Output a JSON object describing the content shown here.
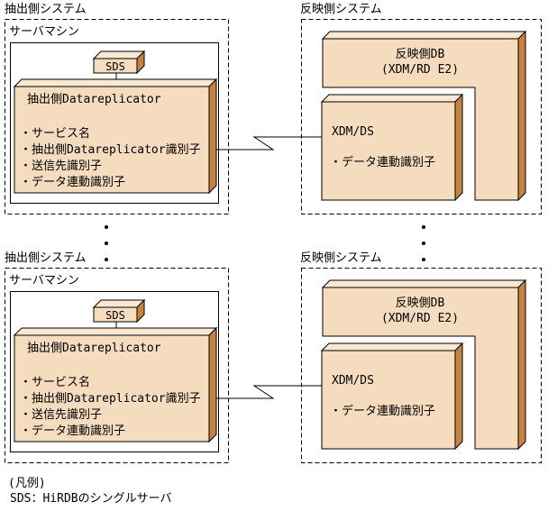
{
  "colors": {
    "face": "#f5dcbe",
    "top": "#fae8d2",
    "side": "#c5833f",
    "line": "#000000"
  },
  "sections": [
    {
      "extract": {
        "system_label": "抽出側システム",
        "server_label": "サーバマシン",
        "sds_label": "SDS",
        "replicator_title": "抽出側Datareplicator",
        "items": [
          "・サービス名",
          "・抽出側Datareplicator識別子",
          "・送信先識別子",
          "・データ連動識別子"
        ]
      },
      "reflect": {
        "system_label": "反映側システム",
        "db_title_line1": "反映側DB",
        "db_title_line2": "(XDM/RD E2)",
        "xdmds_label": "XDM/DS",
        "items": [
          "・データ連動識別子"
        ]
      }
    },
    {
      "extract": {
        "system_label": "抽出側システム",
        "server_label": "サーバマシン",
        "sds_label": "SDS",
        "replicator_title": "抽出側Datareplicator",
        "items": [
          "・サービス名",
          "・抽出側Datareplicator識別子",
          "・送信先識別子",
          "・データ連動識別子"
        ]
      },
      "reflect": {
        "system_label": "反映側システム",
        "db_title_line1": "反映側DB",
        "db_title_line2": "(XDM/RD E2)",
        "xdmds_label": "XDM/DS",
        "items": [
          "・データ連動識別子"
        ]
      }
    }
  ],
  "legend": {
    "heading": "(凡例)",
    "entry": "SDS：HiRDBのシングルサーバ"
  }
}
